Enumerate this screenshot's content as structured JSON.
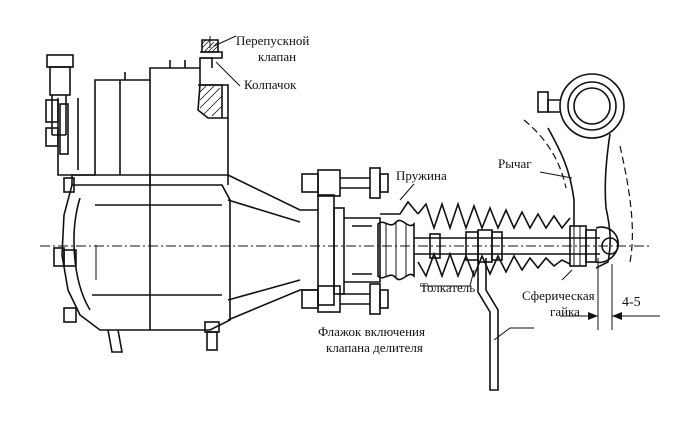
{
  "labels": {
    "bypass_valve": [
      "Перепускной",
      "клапан"
    ],
    "cap": "Колпачок",
    "spring": "Пружина",
    "lever": "Рычаг",
    "pusher": "Толкатель",
    "spherical_nut": [
      "Сферическая",
      "гайка"
    ],
    "flag": [
      "Флажок включения",
      "клапана делителя"
    ],
    "dimension": "4-5"
  }
}
